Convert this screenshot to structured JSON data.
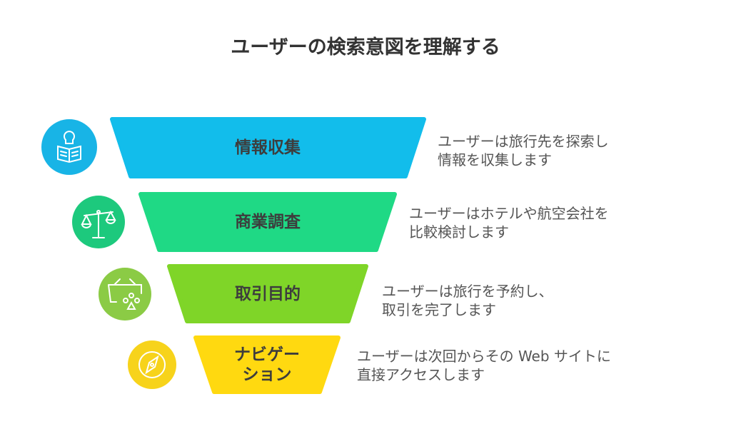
{
  "title": "ユーザーの検索意図を理解する",
  "stages": [
    {
      "label": "情報収集",
      "desc1": "ユーザーは旅行先を探索し",
      "desc2": "情報を収集します",
      "color": "#12BDEB",
      "circle": "#18B4E6",
      "icon": "book-lightbulb-icon"
    },
    {
      "label": "商業調査",
      "desc1": "ユーザーはホテルや航空会社を",
      "desc2": "比較検討します",
      "color": "#1FD985",
      "circle": "#1DC97D",
      "icon": "scales-icon"
    },
    {
      "label": "取引目的",
      "desc1": "ユーザーは旅行を予約し、",
      "desc2": "取引を完了します",
      "color": "#7FD528",
      "circle": "#8BCB45",
      "icon": "basket-icon"
    },
    {
      "label1": "ナビゲー",
      "label2": "ション",
      "desc1": "ユーザーは次回からその Web サイトに",
      "desc2": "直接アクセスします",
      "color": "#FFD910",
      "circle": "#F7D31B",
      "icon": "compass-icon"
    }
  ]
}
